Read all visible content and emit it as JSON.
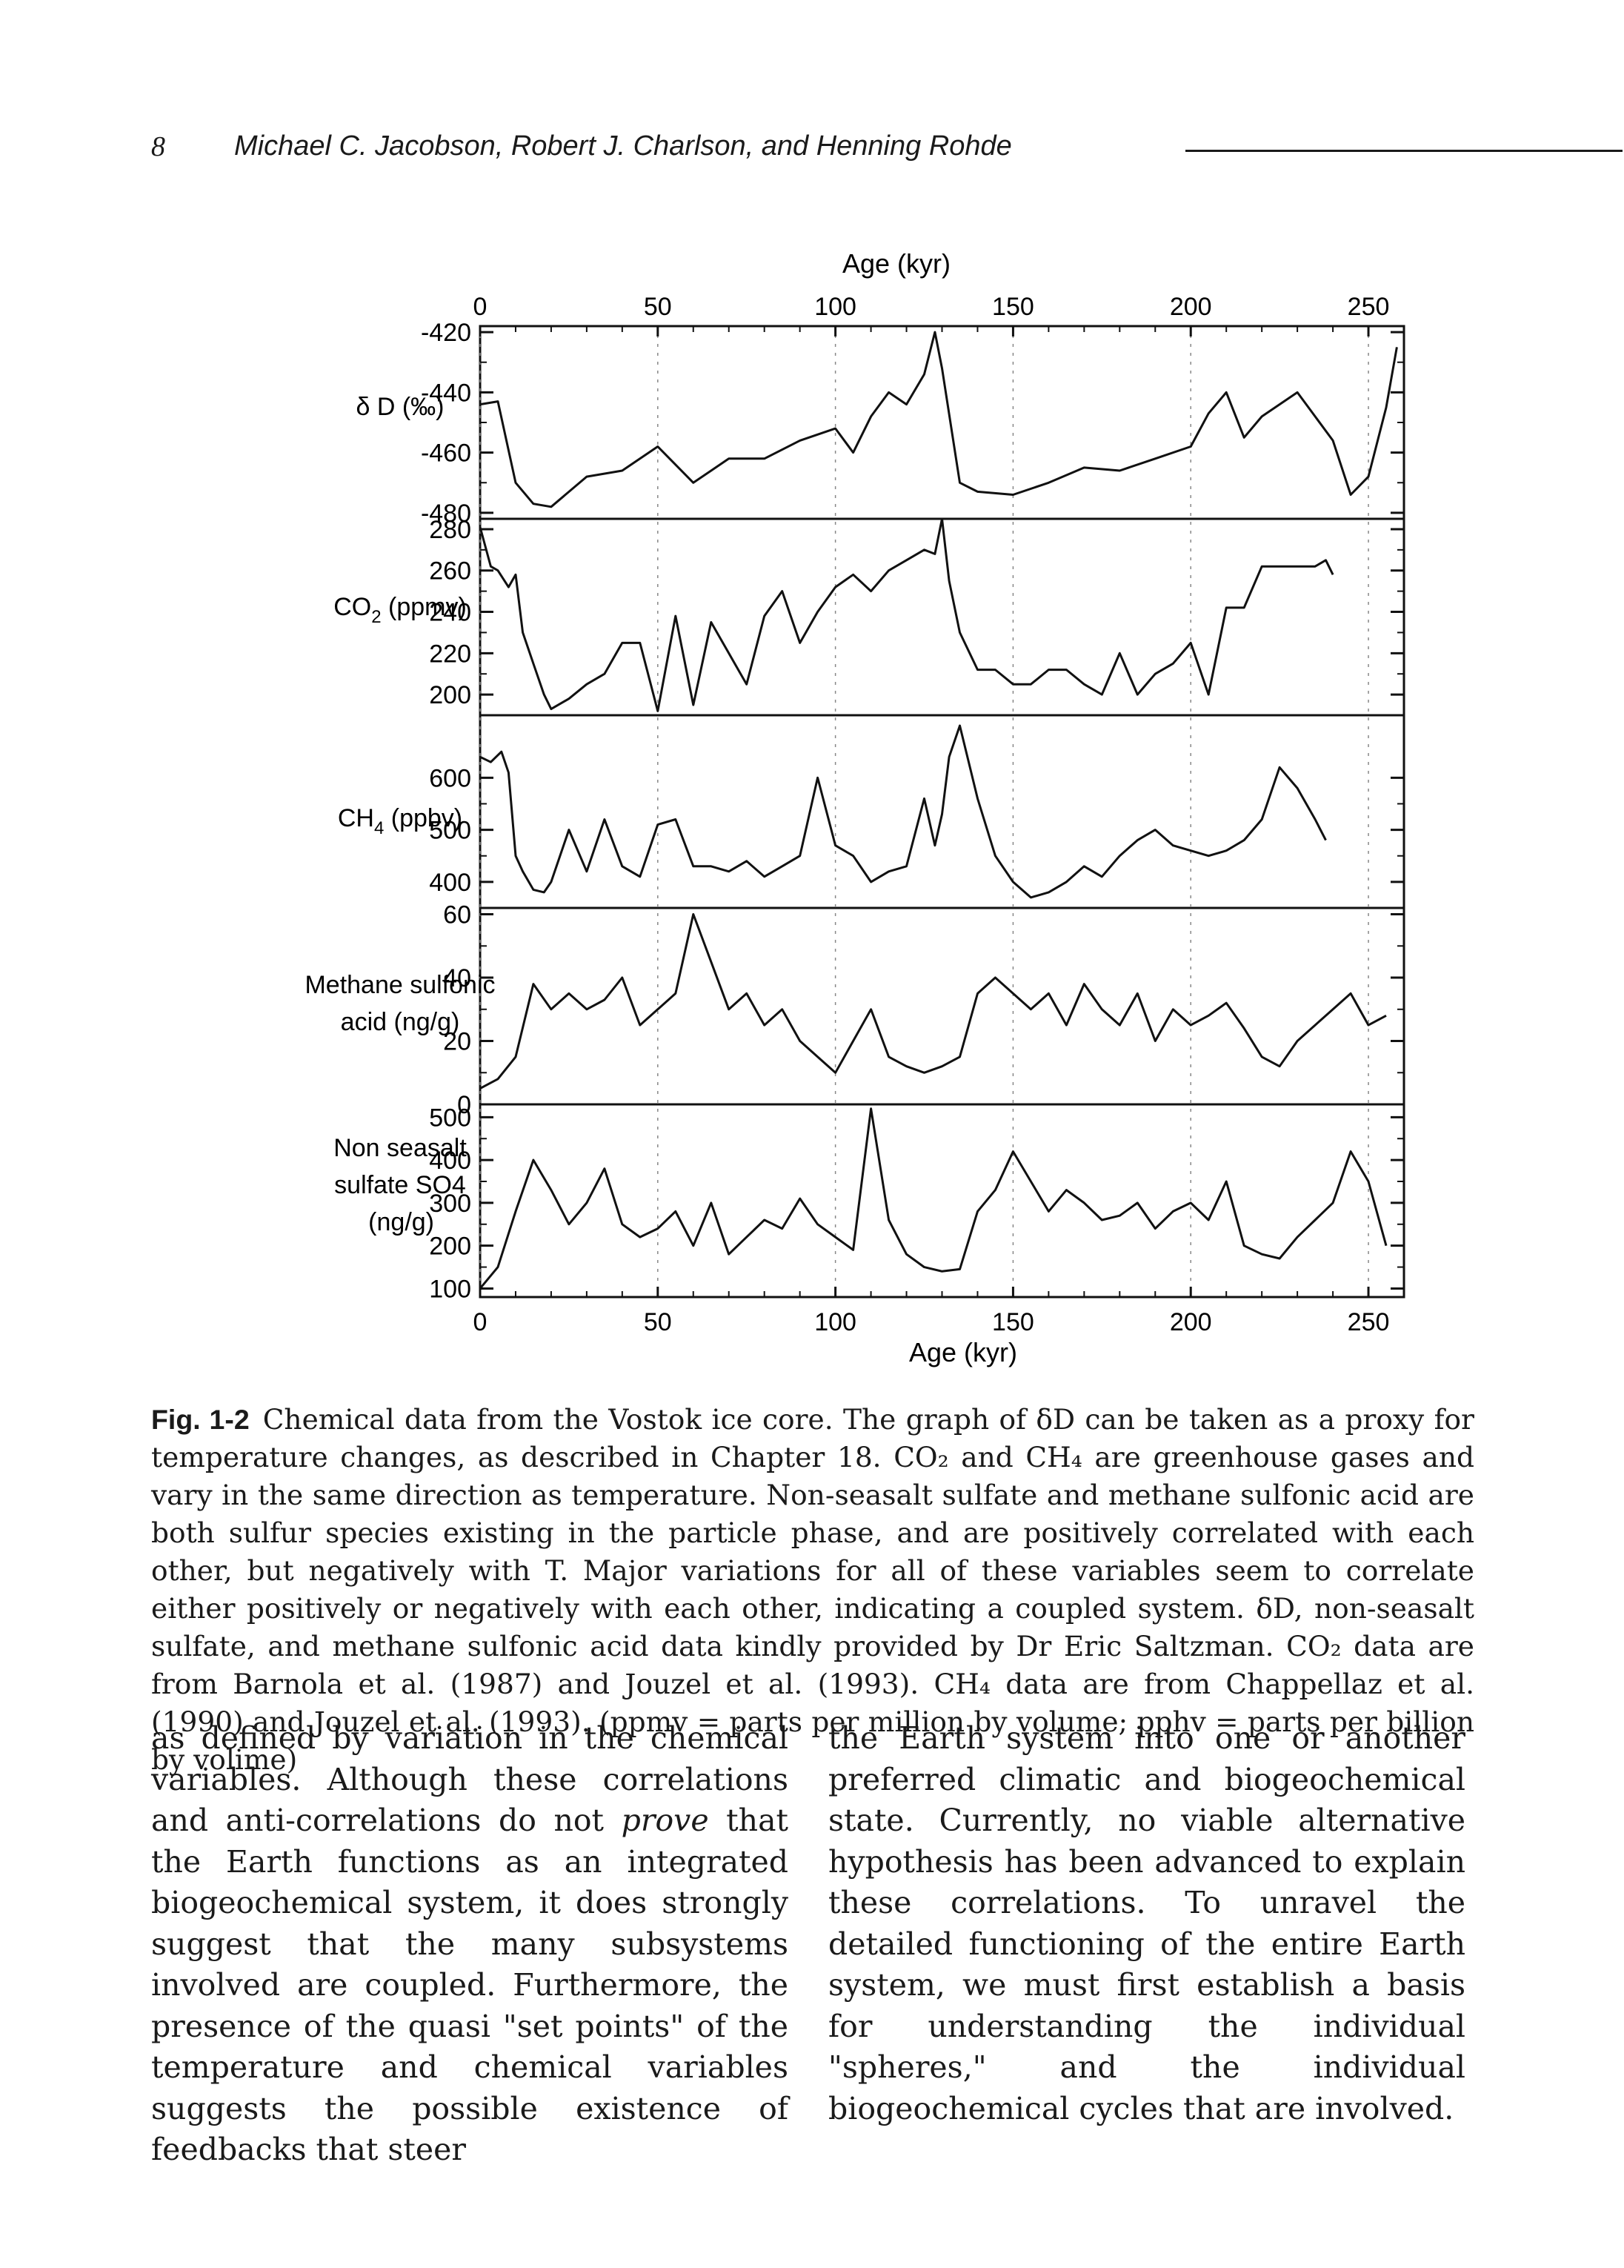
{
  "header": {
    "page_number": "8",
    "authors": "Michael C. Jacobson, Robert J. Charlson, and Henning Rohde"
  },
  "figure": {
    "top_axis_title": "Age (kyr)",
    "bottom_axis_title": "Age (kyr)",
    "x_ticks": [
      "0",
      "50",
      "100",
      "150",
      "200",
      "250"
    ],
    "panels": [
      {
        "id": "dD",
        "label": "δ D (‰)",
        "ticks": [
          "-420",
          "-440",
          "-460",
          "-480"
        ]
      },
      {
        "id": "co2",
        "label": "CO2 (ppmv)",
        "label_parts": [
          "CO",
          "2",
          " (ppmv)"
        ],
        "ticks": [
          "280",
          "260",
          "240",
          "220",
          "200"
        ]
      },
      {
        "id": "ch4",
        "label": "CH4 (ppbv)",
        "label_parts": [
          "CH",
          "4",
          " (ppbv)"
        ],
        "ticks": [
          "600",
          "500",
          "400"
        ]
      },
      {
        "id": "msa",
        "label_lines": [
          "Methane sulfonic",
          "acid (ng/g)"
        ],
        "ticks": [
          "60",
          "40",
          "20",
          "0"
        ]
      },
      {
        "id": "nss",
        "label_lines": [
          "Non seasalt",
          "sulfate SO4",
          "(ng/g)"
        ],
        "ticks": [
          "500",
          "400",
          "300",
          "200",
          "100"
        ]
      }
    ]
  },
  "chart_data": [
    {
      "type": "line",
      "name": "δD (‰)",
      "x": [
        0,
        5,
        10,
        15,
        20,
        30,
        40,
        50,
        60,
        70,
        80,
        90,
        100,
        105,
        110,
        115,
        120,
        125,
        128,
        130,
        135,
        140,
        150,
        160,
        170,
        180,
        190,
        200,
        205,
        210,
        215,
        220,
        230,
        235,
        240,
        245,
        250,
        255,
        258
      ],
      "y": [
        -444,
        -443,
        -470,
        -477,
        -478,
        -468,
        -466,
        -458,
        -470,
        -462,
        -462,
        -456,
        -452,
        -460,
        -448,
        -440,
        -444,
        -434,
        -420,
        -432,
        -470,
        -473,
        -474,
        -470,
        -465,
        -466,
        -462,
        -458,
        -447,
        -440,
        -455,
        -448,
        -440,
        -448,
        -456,
        -474,
        -468,
        -445,
        -425
      ],
      "xlim": [
        0,
        260
      ],
      "ylim": [
        -482,
        -418
      ]
    },
    {
      "type": "line",
      "name": "CO2 (ppmv)",
      "x": [
        0,
        3,
        5,
        8,
        10,
        12,
        15,
        18,
        20,
        25,
        30,
        35,
        40,
        45,
        50,
        55,
        60,
        65,
        70,
        75,
        80,
        85,
        90,
        95,
        100,
        105,
        110,
        115,
        120,
        125,
        128,
        130,
        132,
        135,
        140,
        145,
        150,
        155,
        160,
        165,
        170,
        175,
        180,
        185,
        190,
        195,
        200,
        205,
        210,
        215,
        220,
        225,
        230,
        235,
        238,
        240
      ],
      "y": [
        281,
        262,
        260,
        252,
        258,
        230,
        215,
        200,
        193,
        198,
        205,
        210,
        225,
        225,
        192,
        238,
        195,
        235,
        220,
        205,
        238,
        250,
        225,
        240,
        252,
        258,
        250,
        260,
        265,
        270,
        268,
        285,
        255,
        230,
        212,
        212,
        205,
        205,
        212,
        212,
        205,
        200,
        220,
        200,
        210,
        215,
        225,
        200,
        242,
        242,
        262,
        262,
        262,
        262,
        265,
        258
      ],
      "xlim": [
        0,
        260
      ],
      "ylim": [
        190,
        285
      ]
    },
    {
      "type": "line",
      "name": "CH4 (ppbv)",
      "x": [
        0,
        3,
        6,
        8,
        10,
        12,
        15,
        18,
        20,
        25,
        30,
        35,
        40,
        45,
        50,
        55,
        60,
        65,
        70,
        75,
        80,
        85,
        90,
        95,
        100,
        105,
        110,
        115,
        120,
        125,
        128,
        130,
        132,
        135,
        140,
        145,
        150,
        155,
        160,
        165,
        170,
        175,
        180,
        185,
        190,
        195,
        200,
        205,
        210,
        215,
        220,
        225,
        230,
        235,
        238
      ],
      "y": [
        640,
        630,
        650,
        610,
        450,
        420,
        385,
        380,
        400,
        500,
        420,
        520,
        430,
        410,
        510,
        520,
        430,
        430,
        420,
        440,
        410,
        430,
        450,
        600,
        470,
        450,
        400,
        420,
        430,
        560,
        470,
        530,
        640,
        700,
        560,
        450,
        400,
        370,
        380,
        400,
        430,
        410,
        450,
        480,
        500,
        470,
        460,
        450,
        460,
        480,
        520,
        620,
        580,
        520,
        480
      ],
      "xlim": [
        0,
        260
      ],
      "ylim": [
        350,
        720
      ]
    },
    {
      "type": "line",
      "name": "Methane sulfonic acid (ng/g)",
      "x": [
        0,
        5,
        10,
        15,
        20,
        25,
        30,
        35,
        40,
        45,
        50,
        55,
        60,
        65,
        70,
        75,
        80,
        85,
        90,
        95,
        100,
        105,
        110,
        115,
        120,
        125,
        130,
        135,
        140,
        145,
        150,
        155,
        160,
        165,
        170,
        175,
        180,
        185,
        190,
        195,
        200,
        205,
        210,
        215,
        220,
        225,
        230,
        235,
        240,
        245,
        250,
        255
      ],
      "y": [
        5,
        8,
        15,
        38,
        30,
        35,
        30,
        33,
        40,
        25,
        30,
        35,
        60,
        45,
        30,
        35,
        25,
        30,
        20,
        15,
        10,
        20,
        30,
        15,
        12,
        10,
        12,
        15,
        35,
        40,
        35,
        30,
        35,
        25,
        38,
        30,
        25,
        35,
        20,
        30,
        25,
        28,
        32,
        24,
        15,
        12,
        20,
        25,
        30,
        35,
        25,
        28
      ],
      "xlim": [
        0,
        260
      ],
      "ylim": [
        0,
        62
      ]
    },
    {
      "type": "line",
      "name": "Non seasalt sulfate SO4 (ng/g)",
      "x": [
        0,
        5,
        10,
        15,
        20,
        25,
        30,
        35,
        40,
        45,
        50,
        55,
        60,
        65,
        70,
        75,
        80,
        85,
        90,
        95,
        100,
        105,
        110,
        115,
        120,
        125,
        130,
        135,
        140,
        145,
        150,
        155,
        160,
        165,
        170,
        175,
        180,
        185,
        190,
        195,
        200,
        205,
        210,
        215,
        220,
        225,
        230,
        235,
        240,
        245,
        250,
        255
      ],
      "y": [
        100,
        150,
        280,
        400,
        330,
        250,
        300,
        380,
        250,
        220,
        240,
        280,
        200,
        300,
        180,
        220,
        260,
        240,
        310,
        250,
        220,
        190,
        520,
        260,
        180,
        150,
        140,
        145,
        280,
        330,
        420,
        350,
        280,
        330,
        300,
        260,
        270,
        300,
        240,
        280,
        300,
        260,
        350,
        200,
        180,
        170,
        220,
        260,
        300,
        420,
        350,
        200
      ],
      "xlim": [
        0,
        260
      ],
      "ylim": [
        80,
        530
      ]
    }
  ],
  "caption": {
    "label": "Fig. 1-2",
    "text": "Chemical data from the Vostok ice core. The graph of δD can be taken as a proxy for temperature changes, as described in Chapter 18. CO₂ and CH₄ are greenhouse gases and vary in the same direction as temperature. Non-seasalt sulfate and methane sulfonic acid are both sulfur species existing in the particle phase, and are positively correlated with each other, but negatively with T. Major variations for all of these variables seem to correlate either positively or negatively with each other, indicating a coupled system. δD, non-seasalt sulfate, and methane sulfonic acid data kindly provided by Dr Eric Saltzman. CO₂ data are from Barnola et al. (1987) and Jouzel et al. (1993). CH₄ data are from Chappellaz et al. (1990) and Jouzel et al. (1993). (ppmv = parts per million by volume; pphv = parts per billion by volime)"
  },
  "body": {
    "left": {
      "p1": "as defined by variation in the chemical variables. Although these correlations and anti-correlations do not ",
      "em": "prove",
      "p2": " that the Earth functions as an integrated biogeochemical system, it does strongly suggest that the many subsystems involved are coupled. Furthermore, the presence of the quasi \"set points\" of the temperature and chemical variables suggests the possible existence of feedbacks that steer"
    },
    "right": "the Earth system into one or another preferred climatic and biogeochemical state. Currently, no viable alternative hypothesis has been advanced to explain these correlations. To unravel the detailed functioning of the entire Earth system, we must first establish a basis for understanding the individual \"spheres,\" and the individual biogeochemical cycles that are involved."
  }
}
